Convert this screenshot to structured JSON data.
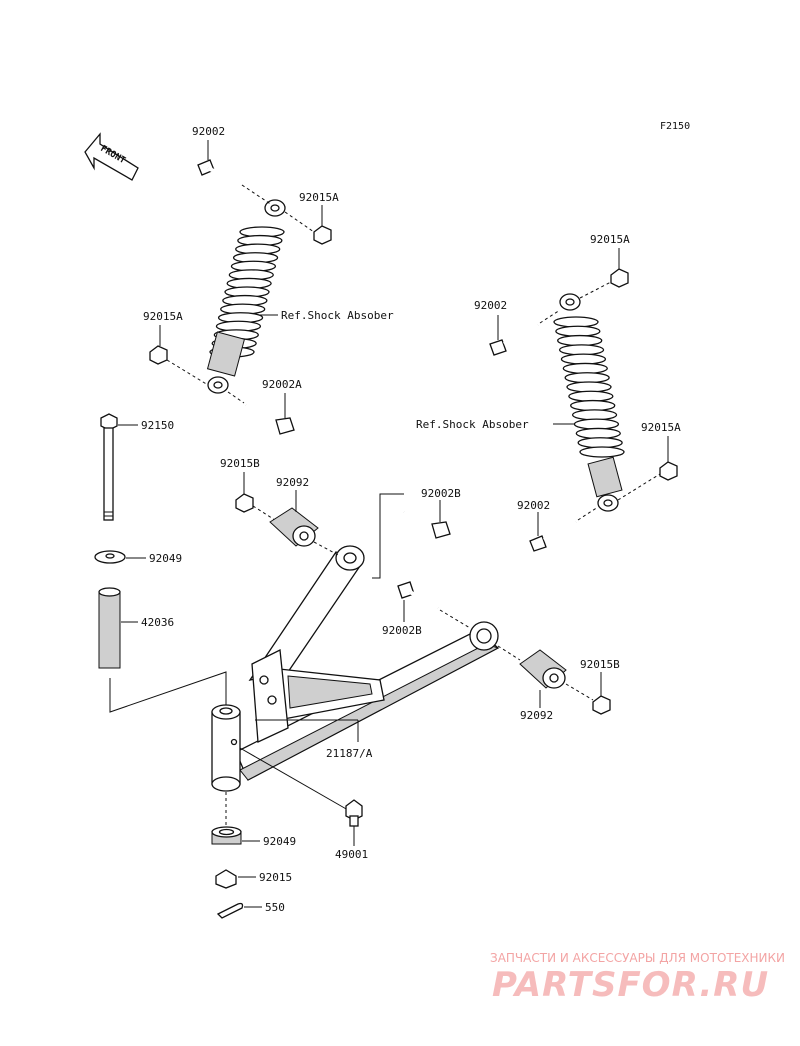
{
  "figure_code": "F2150",
  "front_arrow": "FRONT",
  "parts": {
    "bolt_left_top": "92002",
    "nut_left_top": "92015A",
    "ref_left": "Ref.Shock Absober",
    "nut_left_mid": "92015A",
    "bolt_left_low": "92002A",
    "long_bolt": "92150",
    "washer": "92049",
    "collar": "42036",
    "nut_b_left": "92015B",
    "bushing_left": "92092",
    "bolt_b_right": "92002B",
    "bolt_b_mid": "92002B",
    "arm": "21187/A",
    "bushing_right": "92092",
    "nut_b_right": "92015B",
    "grease_fitting": "49001",
    "seal": "92049",
    "nut_bottom": "92015",
    "cotter_pin": "550",
    "nut_right_top": "92015A",
    "bolt_right_top": "92002",
    "ref_right": "Ref.Shock Absober",
    "nut_right_mid": "92015A",
    "bolt_right_low": "92002"
  },
  "watermark": {
    "line1": "ЗАПЧАСТИ И АКСЕССУАРЫ ДЛЯ МОТОТЕХНИКИ",
    "line2": "PARTSFOR.RU"
  },
  "colors": {
    "line": "#111111",
    "watermark": "#f3a4a4"
  }
}
